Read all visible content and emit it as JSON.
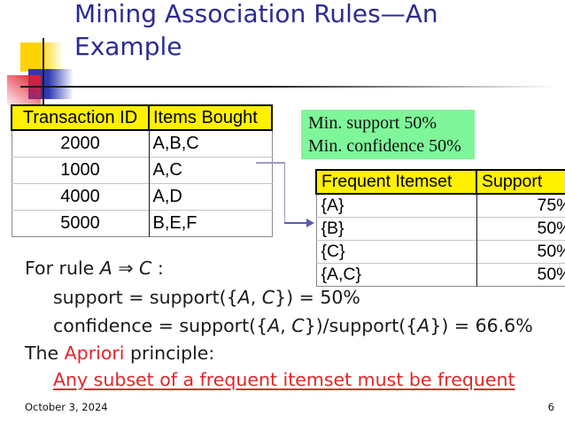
{
  "slide": {
    "title": "Mining Association Rules—An Example",
    "footer": {
      "date": "October 3, 2024",
      "page_number": "6"
    }
  },
  "transactions_table": {
    "headers": [
      "Transaction ID",
      "Items Bought"
    ],
    "rows": [
      [
        "2000",
        "A,B,C"
      ],
      [
        "1000",
        "A,C"
      ],
      [
        "4000",
        "A,D"
      ],
      [
        "5000",
        "B,E,F"
      ]
    ]
  },
  "min_thresholds_box": {
    "line1": "Min. support 50%",
    "line2": "Min. confidence 50%"
  },
  "frequent_itemsets_table": {
    "headers": [
      "Frequent Itemset",
      "Support"
    ],
    "rows": [
      [
        "{A}",
        "75%"
      ],
      [
        "{B}",
        "50%"
      ],
      [
        "{C}",
        "50%"
      ],
      [
        "{A,C}",
        "50%"
      ]
    ]
  },
  "rule_text": {
    "for_rule": [
      "For rule ",
      "A",
      " ⇒ ",
      "C",
      " :"
    ],
    "support": [
      "support = support({",
      "A",
      ", ",
      "C",
      "}) = 50%"
    ],
    "confidence": [
      "confidence = support({",
      "A",
      ", ",
      "C",
      "})/support({",
      "A",
      "}) = 66.6%"
    ],
    "apriori": [
      "The ",
      "Apriori",
      " principle:"
    ],
    "subset": "Any subset of a frequent itemset must be frequent"
  },
  "colors": {
    "title_blue": "#2b2b94",
    "table_header_yellow": "#fff100",
    "threshold_box_green": "#7ff69a",
    "accent_red": "#e2252b",
    "connector_blue": "#5b5bb2"
  }
}
